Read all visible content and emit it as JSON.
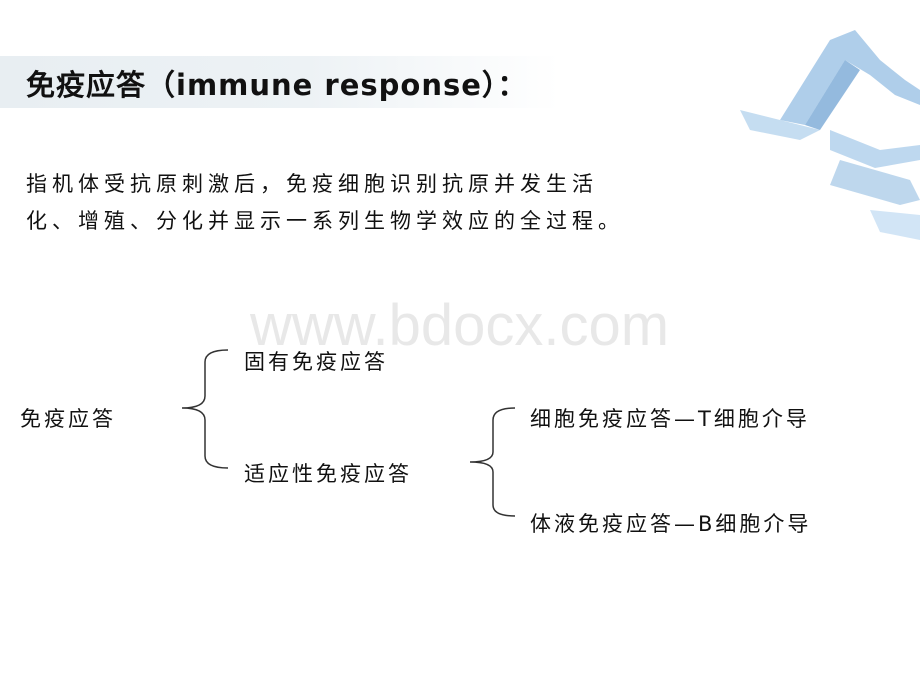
{
  "slide": {
    "title": "免疫应答（immune response）：",
    "definition_line1": "指机体受抗原刺激后，免疫细胞识别抗原并发生活",
    "definition_line2": "化、增殖、分化并显示一系列生物学效应的全过程。",
    "watermark": "www.bdocx.com"
  },
  "diagram": {
    "root": "免疫应答",
    "branch_innate": "固有免疫应答",
    "branch_adaptive": "适应性免疫应答",
    "leaf_cellular": "细胞免疫应答—T细胞介导",
    "leaf_humoral": "体液免疫应答—B细胞介导"
  },
  "colors": {
    "decoration": "#6ea6d8",
    "title_band": "#e8eef2"
  }
}
